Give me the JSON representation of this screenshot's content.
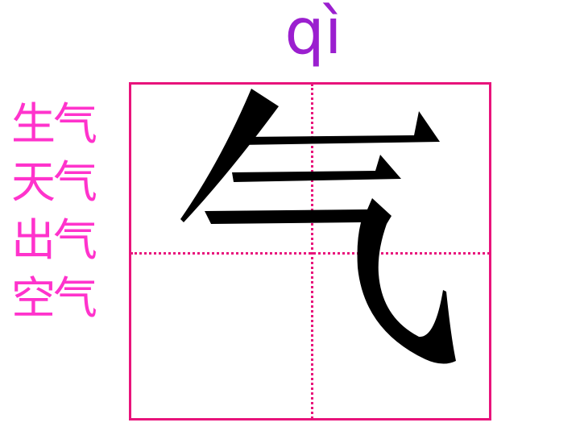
{
  "pinyin": "qì",
  "character": "气",
  "words": [
    "生气",
    "天气",
    "出气",
    "空气"
  ],
  "colors": {
    "pinyin": "#9b1fcf",
    "words": "#ff33cc",
    "grid": "#e8137b",
    "character": "#000000",
    "background": "#ffffff"
  }
}
